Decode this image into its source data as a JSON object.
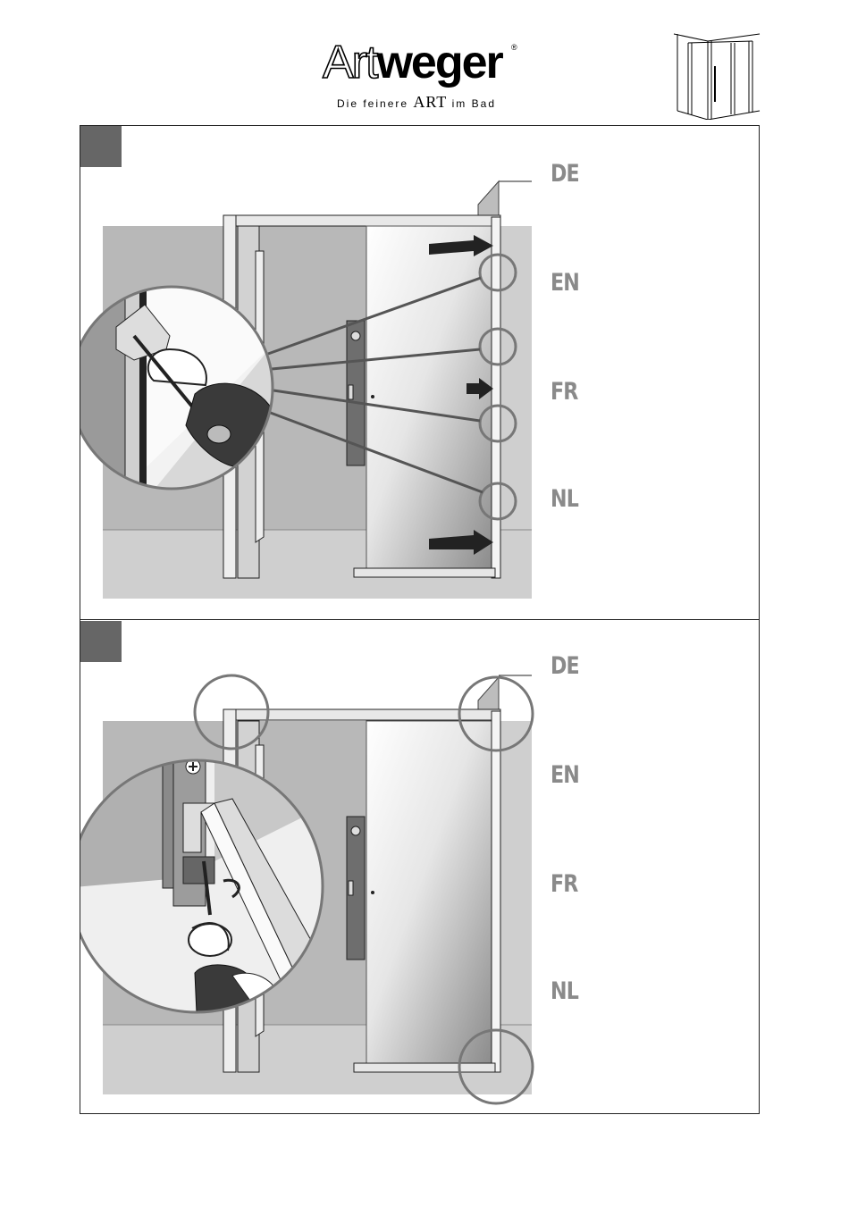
{
  "header": {
    "brand_art": "Art",
    "brand_weger": "weger",
    "registered": "®",
    "tagline_pre": "Die feinere",
    "tagline_art": "ART",
    "tagline_post": "im Bad",
    "thumbnail_icon": "shower-enclosure-icon"
  },
  "steps": [
    {
      "languages": [
        "DE",
        "EN",
        "FR",
        "NL"
      ],
      "icons": [
        "screwdriver-icon",
        "push-arrow-icon"
      ]
    },
    {
      "languages": [
        "DE",
        "EN",
        "FR",
        "NL"
      ],
      "icons": [
        "screwdriver-icon",
        "rotate-arrow-icon"
      ]
    }
  ],
  "colors": {
    "step_box": "#666666",
    "lang_label": "#8a8a8a",
    "callout": "#777777"
  }
}
